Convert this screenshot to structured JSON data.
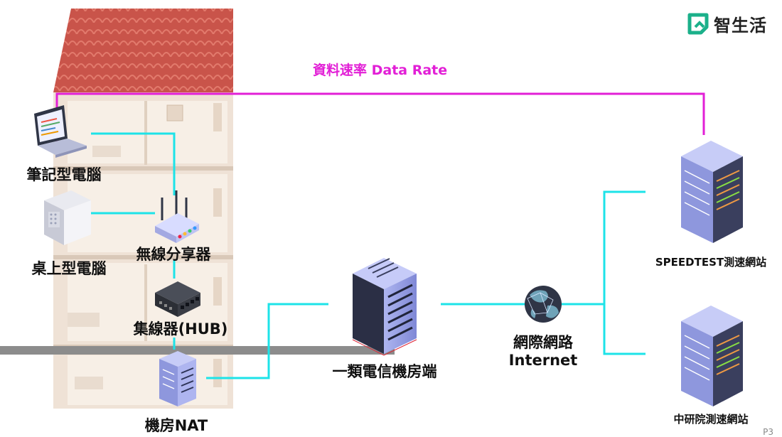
{
  "brand": {
    "name": "智生活",
    "logo_icon": "zhishenghuo-logo-icon",
    "logo_color": "#1bb08a"
  },
  "colors": {
    "data_rate_line": "#e21fd6",
    "network_line": "#1de3e8",
    "roof": "#c9544a",
    "building": "#efe2d6",
    "server": "#9aa3e6"
  },
  "title": "資料速率 Data Rate",
  "nodes": {
    "laptop": "筆記型電腦",
    "desktop": "桌上型電腦",
    "router": "無線分享器",
    "hub": "集線器(HUB)",
    "nat": "機房NAT",
    "isp": "一類電信機房端",
    "internet_line1": "網際網路",
    "internet_line2": "Internet",
    "speedtest": "SPEEDTEST測速網站",
    "sinica": "中研院測速網站"
  },
  "page_number": "P3"
}
